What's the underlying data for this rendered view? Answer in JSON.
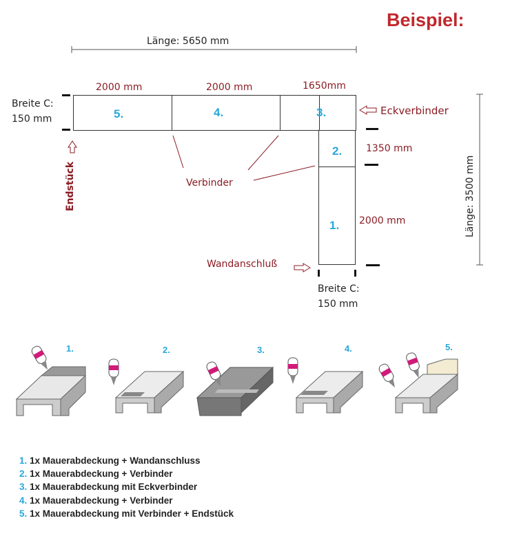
{
  "title": "Beispiel:",
  "total_length_top": "Länge: 5650 mm",
  "total_length_right": "Länge: 3500 mm",
  "breite_left": {
    "line1": "Breite C:",
    "line2": "150 mm"
  },
  "breite_bottom": {
    "line1": "Breite C:",
    "line2": "150 mm"
  },
  "seg_lengths": {
    "s5": "2000 mm",
    "s4": "2000 mm",
    "s3": "1650mm",
    "s2": "1350 mm",
    "s1": "2000 mm"
  },
  "segments": {
    "s1": "1.",
    "s2": "2.",
    "s3": "3.",
    "s4": "4.",
    "s5": "5."
  },
  "labels": {
    "eckverbinder": "Eckverbinder",
    "verbinder": "Verbinder",
    "endstueck": "Endstück",
    "wandanschluss": "Wandanschluß"
  },
  "steps": [
    "1.",
    "2.",
    "3.",
    "4.",
    "5."
  ],
  "legend": [
    {
      "num": "1.",
      "text": " 1x  Mauerabdeckung + Wandanschluss"
    },
    {
      "num": "2.",
      "text": " 1x Mauerabdeckung + Verbinder"
    },
    {
      "num": "3.",
      "text": " 1x Mauerabdeckung mit Eckverbinder"
    },
    {
      "num": "4.",
      "text": " 1x Mauerabdeckung + Verbinder"
    },
    {
      "num": "5.",
      "text": " 1x Mauerabdeckung mit Verbinder + Endstück"
    }
  ],
  "colors": {
    "accent_red": "#c0282d",
    "label_red": "#8b1c24",
    "number_blue": "#29a7d8"
  }
}
